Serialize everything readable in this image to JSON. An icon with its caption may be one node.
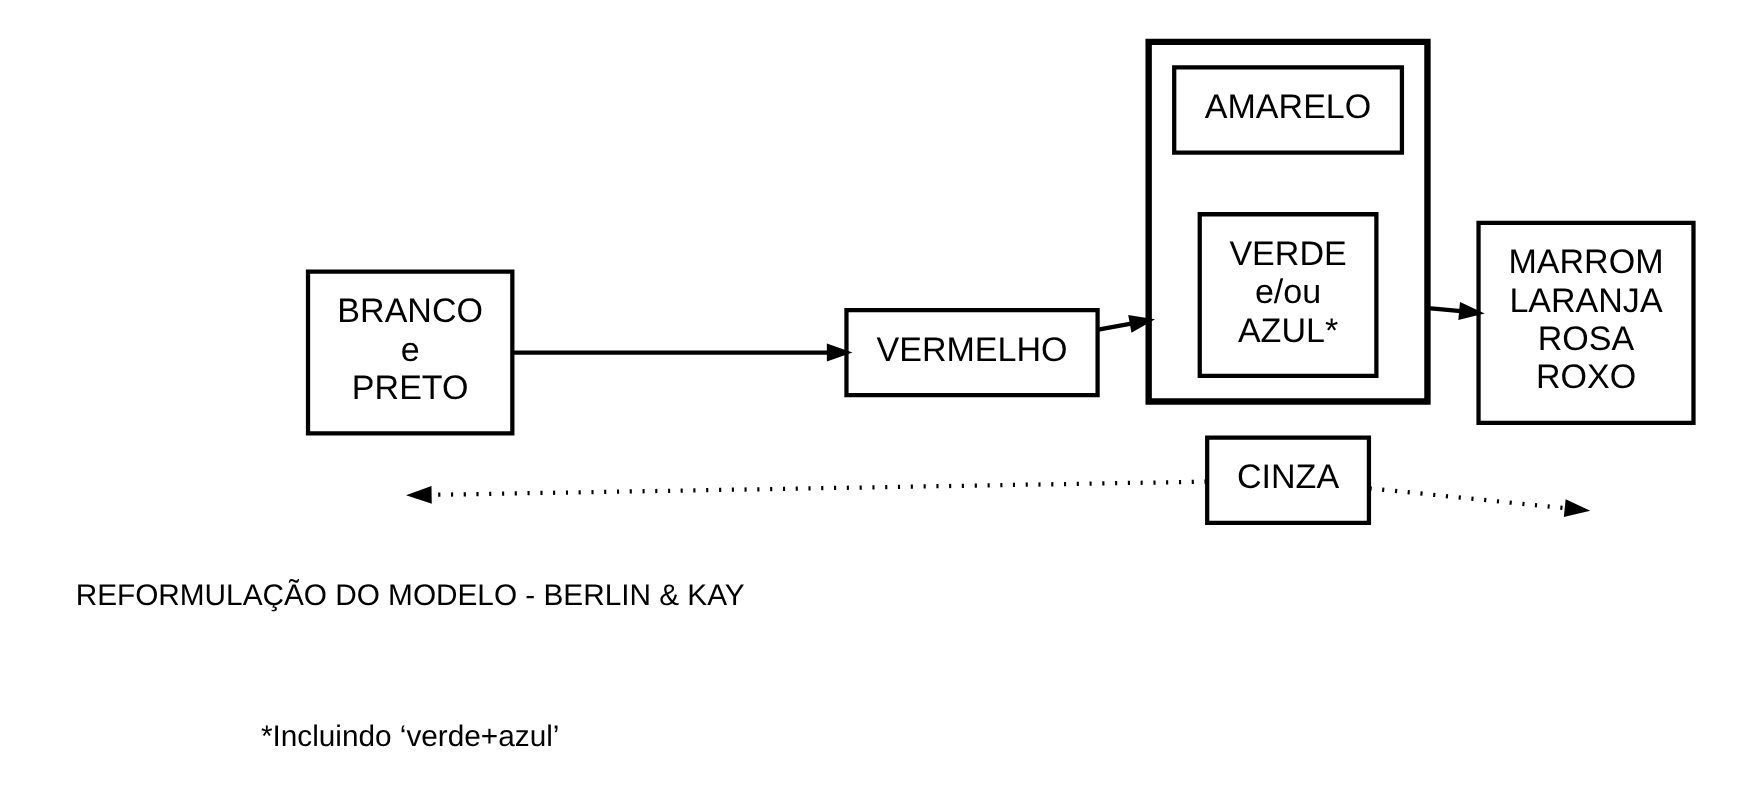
{
  "diagram": {
    "nodes": [
      {
        "text": [
          "BRANCO e PRETO"
        ]
      },
      {
        "text": [
          "VERMELHO"
        ]
      },
      {
        "text": [],
        "shape": "box"
      },
      {
        "text": [
          "AMARELO"
        ],
        "in": 2
      },
      {
        "text": [
          "VERDE e/ou AZUL*"
        ],
        "in": 2
      },
      {
        "text": [
          "MARROM LARANJA ROSA ROXO"
        ]
      },
      {
        "text": [
          "CINZA"
        ]
      }
    ],
    "edges": [
      {
        "from": 0,
        "to": 1,
        "arrow": "to"
      },
      {
        "from": 1,
        "to": 2,
        "arrow": "to"
      },
      {
        "from": 2,
        "to": 5,
        "arrow": "to"
      },
      {
        "from": 6,
        "to": null,
        "arrow": "to",
        "style": "dashed"
      },
      {
        "from": 6,
        "to": null,
        "arrow": "to",
        "style": "dashed"
      }
    ],
    "labels": [
      "REFORMULAÇÃO DO MODELO - BERLIN & KAY",
      "*Incluindo ‘verde+azul’"
    ]
  }
}
